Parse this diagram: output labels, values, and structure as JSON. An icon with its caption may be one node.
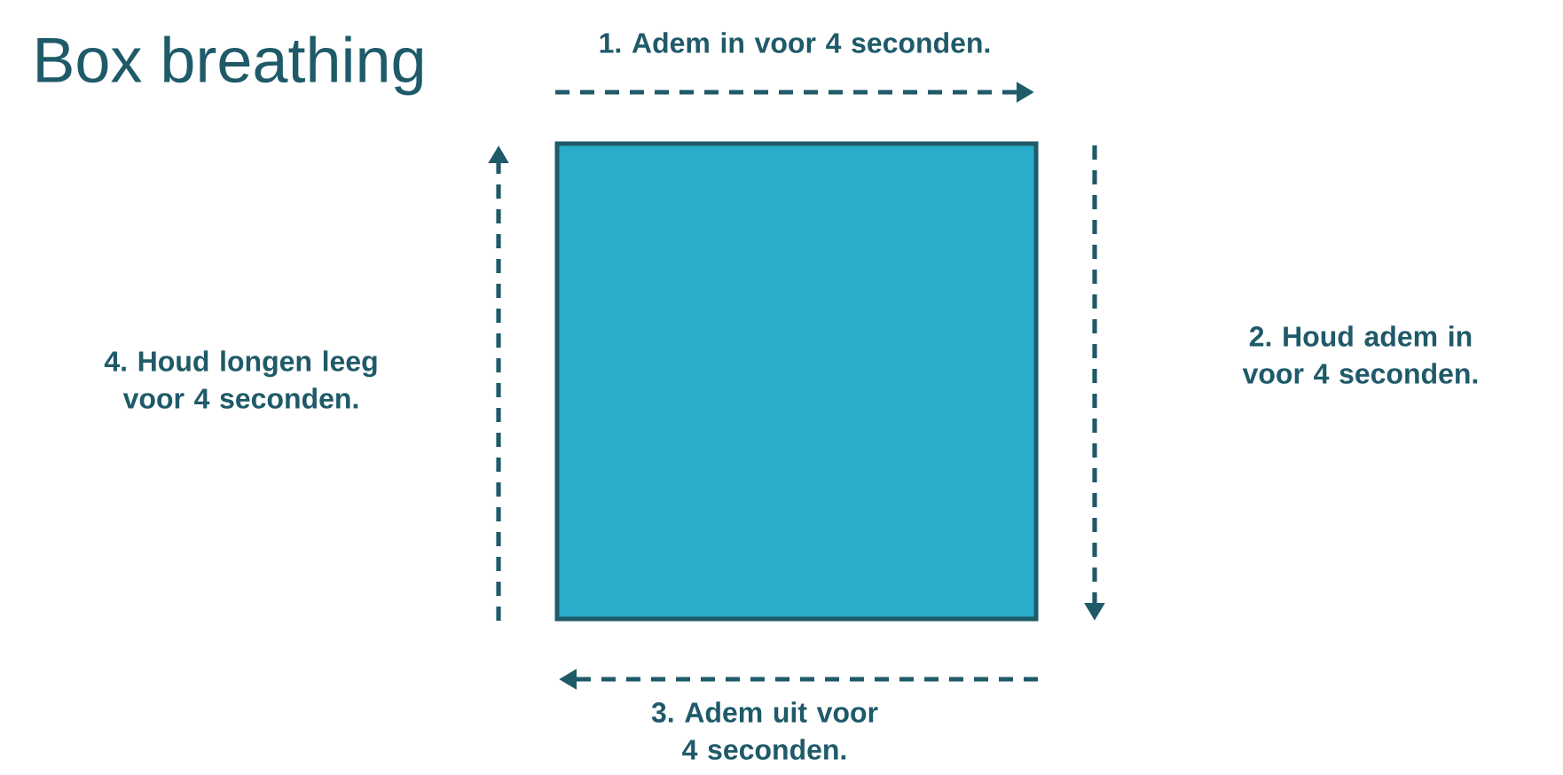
{
  "diagram": {
    "title": "Box breathing",
    "nodes": [
      {
        "text": [],
        "shape": "box"
      }
    ],
    "labels": [
      "1. Adem in voor 4 seconden.",
      "2. Houd adem in voor 4 seconden.",
      "3. Adem uit voor 4 seconden.",
      "4. Houd longen leeg voor 4 seconden."
    ]
  }
}
